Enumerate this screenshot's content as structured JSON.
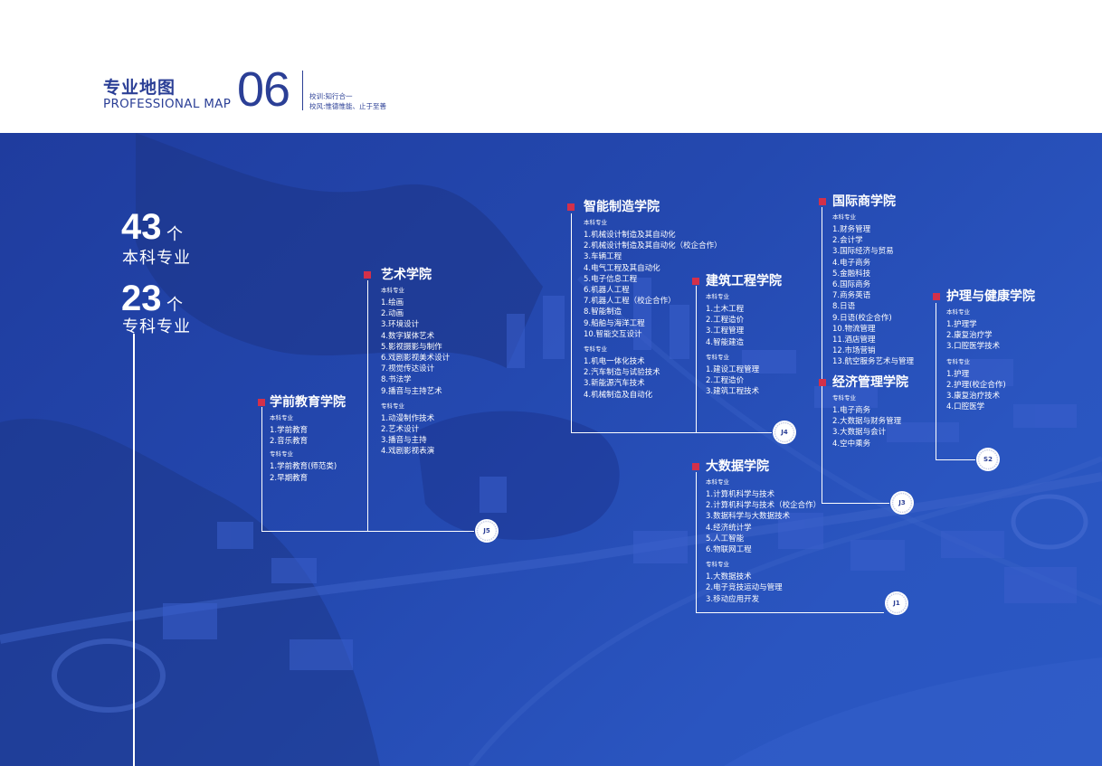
{
  "header": {
    "title": "专业地图",
    "subtitle": "PROFESSIONAL MAP",
    "number": "06",
    "motto_1": "校训:知行合一",
    "motto_2": "校风:惟德惟能、止于至善"
  },
  "stats": {
    "undergrad_count": "43",
    "undergrad_unit": "个",
    "undergrad_label": "本科专业",
    "college_count": "23",
    "college_unit": "个",
    "college_label": "专科专业"
  },
  "colleges": {
    "preschool": {
      "name": "学前教育学院",
      "cat1": "本科专业",
      "list1": [
        "1.学前教育",
        "2.音乐教育"
      ],
      "cat2": "专科专业",
      "list2": [
        "1.学前教育(师范类)",
        "2.早期教育"
      ]
    },
    "art": {
      "name": "艺术学院",
      "cat1": "本科专业",
      "list1": [
        "1.绘画",
        "2.动画",
        "3.环境设计",
        "4.数字媒体艺术",
        "5.影视摄影与制作",
        "6.戏剧影视美术设计",
        "7.视觉传达设计",
        "8.书法学",
        "9.播音与主持艺术"
      ],
      "cat2": "专科专业",
      "list2": [
        "1.动漫制作技术",
        "2.艺术设计",
        "3.播音与主持",
        "4.戏剧影视表演"
      ],
      "badge": "J5"
    },
    "intelligent": {
      "name": "智能制造学院",
      "cat1": "本科专业",
      "list1": [
        "1.机械设计制造及其自动化",
        "2.机械设计制造及其自动化（校企合作）",
        "3.车辆工程",
        "4.电气工程及其自动化",
        "5.电子信息工程",
        "6.机器人工程",
        "7.机器人工程（校企合作）",
        "8.智能制造",
        "9.船舶与海洋工程",
        "10.智能交互设计"
      ],
      "cat2": "专科专业",
      "list2": [
        "1.机电一体化技术",
        "2.汽车制造与试验技术",
        "3.新能源汽车技术",
        "4.机械制造及自动化"
      ]
    },
    "architecture": {
      "name": "建筑工程学院",
      "cat1": "本科专业",
      "list1": [
        "1.土木工程",
        "2.工程造价",
        "3.工程管理",
        "4.智能建造"
      ],
      "cat2": "专科专业",
      "list2": [
        "1.建设工程管理",
        "2.工程造价",
        "3.建筑工程技术"
      ],
      "badge": "J4"
    },
    "international": {
      "name": "国际商学院",
      "cat1": "本科专业",
      "list1": [
        "1.财务管理",
        "2.会计学",
        "3.国际经济与贸易",
        "4.电子商务",
        "5.金融科技",
        "6.国际商务",
        "7.商务英语",
        "8.日语",
        "9.日语(校企合作)",
        "10.物流管理",
        "11.酒店管理",
        "12.市场营销",
        "13.航空服务艺术与管理"
      ]
    },
    "economics": {
      "name": "经济管理学院",
      "cat1": "专科专业",
      "list1": [
        "1.电子商务",
        "2.大数据与财务管理",
        "3.大数据与会计",
        "4.空中乘务"
      ],
      "badge": "J3"
    },
    "nursing": {
      "name": "护理与健康学院",
      "cat1": "本科专业",
      "list1": [
        "1.护理学",
        "2.康复治疗学",
        "3.口腔医学技术"
      ],
      "cat2": "专科专业",
      "list2": [
        "1.护理",
        "2.护理(校企合作)",
        "3.康复治疗技术",
        "4.口腔医学"
      ],
      "badge": "S2"
    },
    "bigdata": {
      "name": "大数据学院",
      "cat1": "本科专业",
      "list1": [
        "1.计算机科学与技术",
        "2.计算机科学与技术（校企合作）",
        "3.数据科学与大数据技术",
        "4.经济统计学",
        "5.人工智能",
        "6.物联网工程"
      ],
      "cat2": "专科专业",
      "list2": [
        "1.大数据技术",
        "2.电子竞技运动与管理",
        "3.移动应用开发"
      ],
      "badge": "J1"
    }
  },
  "colors": {
    "brand": "#2b3f96",
    "map_bg": "#2449b0",
    "marker": "#d3304a"
  }
}
